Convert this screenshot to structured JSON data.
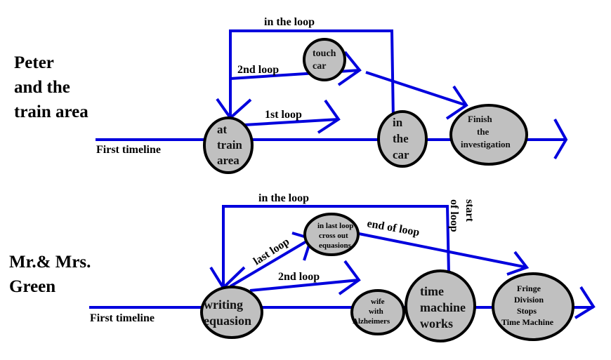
{
  "colors": {
    "line": "#0000dd",
    "node_fill": "#c0c0c0",
    "node_stroke": "#000000",
    "text": "#000000"
  },
  "diagrams": [
    {
      "title": [
        "Peter",
        "and the",
        "train area"
      ],
      "timeline_label": "First timeline",
      "loop_label": "in the loop",
      "edge_labels": {
        "loop2": "2nd loop",
        "loop1": "1st loop"
      },
      "nodes": {
        "train_area": [
          "at",
          "train",
          "area"
        ],
        "touch_car": [
          "touch",
          "car"
        ],
        "in_car": [
          "in",
          "the",
          "car"
        ],
        "finish": [
          "Finish",
          "the",
          "investigation"
        ]
      }
    },
    {
      "title": [
        "Mr.& Mrs.",
        "Green"
      ],
      "timeline_label": "First timeline",
      "loop_label": "in the loop",
      "start_label": [
        "start",
        "of loop"
      ],
      "edge_labels": {
        "last_loop": "last loop",
        "loop2": "2nd loop",
        "end_loop": "end of loop"
      },
      "nodes": {
        "writing": [
          "writing",
          "equasion"
        ],
        "cross_out": [
          "in last loop",
          "cross out",
          "equasions"
        ],
        "wife": [
          "wife",
          "with",
          "Alzheimers"
        ],
        "time_machine": [
          "time",
          "machine",
          "works"
        ],
        "fringe": [
          "Fringe",
          "Division",
          "Stops",
          "Time Machine"
        ]
      }
    }
  ]
}
